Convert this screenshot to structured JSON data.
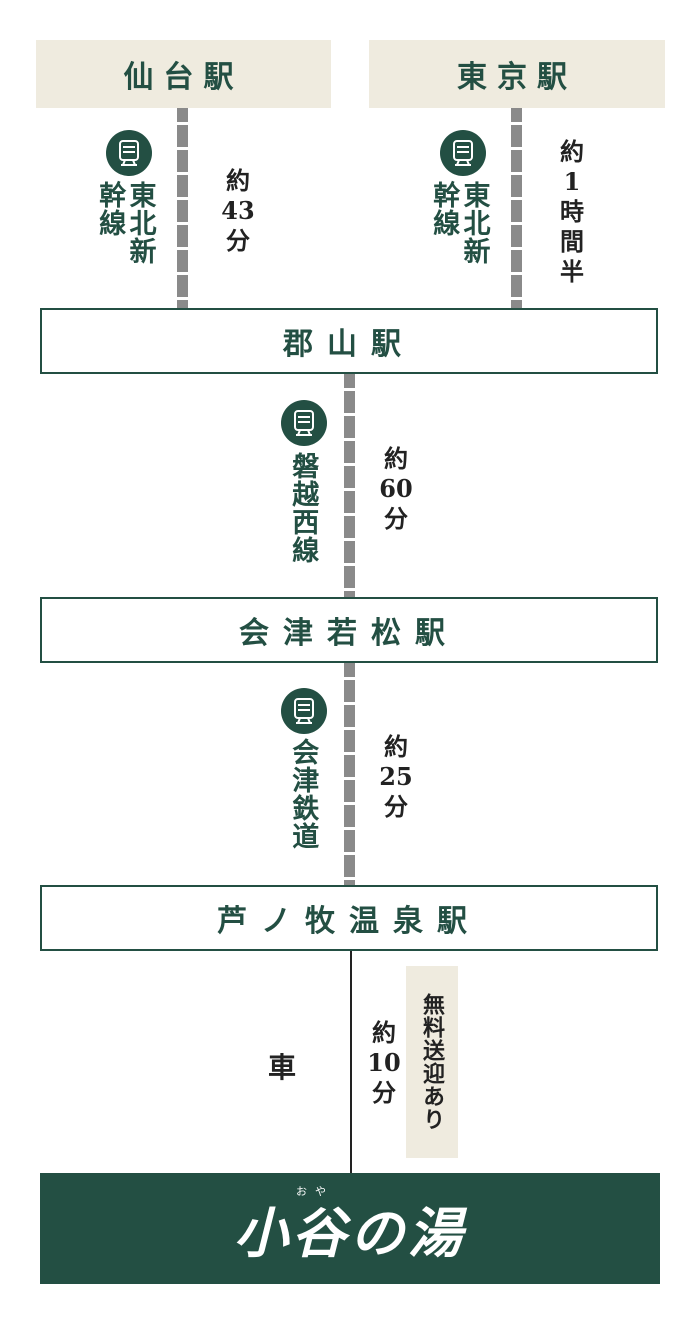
{
  "origins": {
    "sendai": "仙台駅",
    "tokyo": "東京駅"
  },
  "routes": {
    "sendai_line": "東北新幹線",
    "sendai_time": [
      "約",
      "43",
      "分"
    ],
    "tokyo_line": "東北新幹線",
    "tokyo_time": [
      "約",
      "1",
      "時",
      "間",
      "半"
    ],
    "koriyama_line": "磐越西線",
    "koriyama_time": [
      "約",
      "60",
      "分"
    ],
    "aizu_line": "会津鉄道",
    "aizu_time": [
      "約",
      "25",
      "分"
    ],
    "car_label": "車",
    "car_time": [
      "約",
      "10",
      "分"
    ],
    "pickup": "無料送迎あり"
  },
  "stations": {
    "koriyama": "郡山駅",
    "aizuwakamatsu": "会津若松駅",
    "ashinomaki": "芦ノ牧温泉駅"
  },
  "destination": {
    "logo_text": "小谷の湯",
    "ruby": "おや"
  },
  "colors": {
    "brand_green": "#234f43",
    "beige": "#efebdf",
    "track_gray": "#8a8a8a"
  },
  "icons": [
    "train-icon"
  ]
}
